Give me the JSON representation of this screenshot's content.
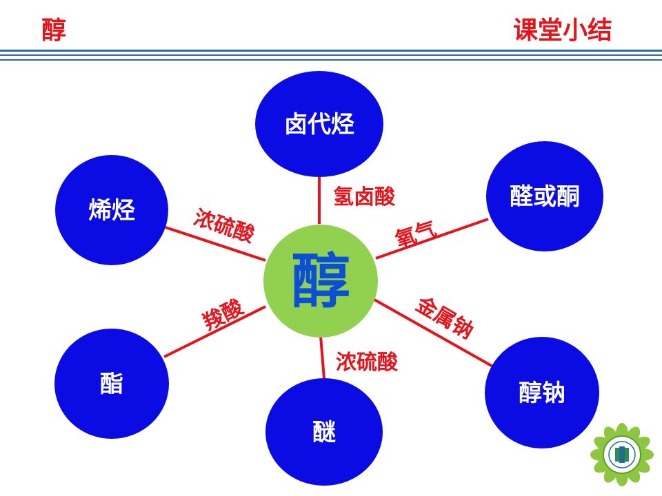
{
  "header": {
    "left_title": "醇",
    "right_title": "课堂小结"
  },
  "colors": {
    "red": "#e8121a",
    "node_blue": "#0b0be3",
    "center_green": "#92d050",
    "center_text": "#0b4fd4",
    "rule_blue": "#2a67b3"
  },
  "center": {
    "label": "醇"
  },
  "nodes": [
    {
      "id": "haloalkane",
      "label": "卤代烃"
    },
    {
      "id": "alkene",
      "label": "烯烃"
    },
    {
      "id": "aldehyde-ketone",
      "label": "醛或酮"
    },
    {
      "id": "ester",
      "label": "酯"
    },
    {
      "id": "ether",
      "label": "醚"
    },
    {
      "id": "alkoxide",
      "label": "醇钠"
    }
  ],
  "edges": [
    {
      "to": "haloalkane",
      "label": "氢卤酸"
    },
    {
      "to": "alkene",
      "label": "浓硫酸"
    },
    {
      "to": "aldehyde-ketone",
      "label": "氧气"
    },
    {
      "to": "ester",
      "label": "羧酸"
    },
    {
      "to": "ether",
      "label": "浓硫酸"
    },
    {
      "to": "alkoxide",
      "label": "金属钠"
    }
  ],
  "logo": {
    "icon": "green-flower-emblem-icon"
  }
}
